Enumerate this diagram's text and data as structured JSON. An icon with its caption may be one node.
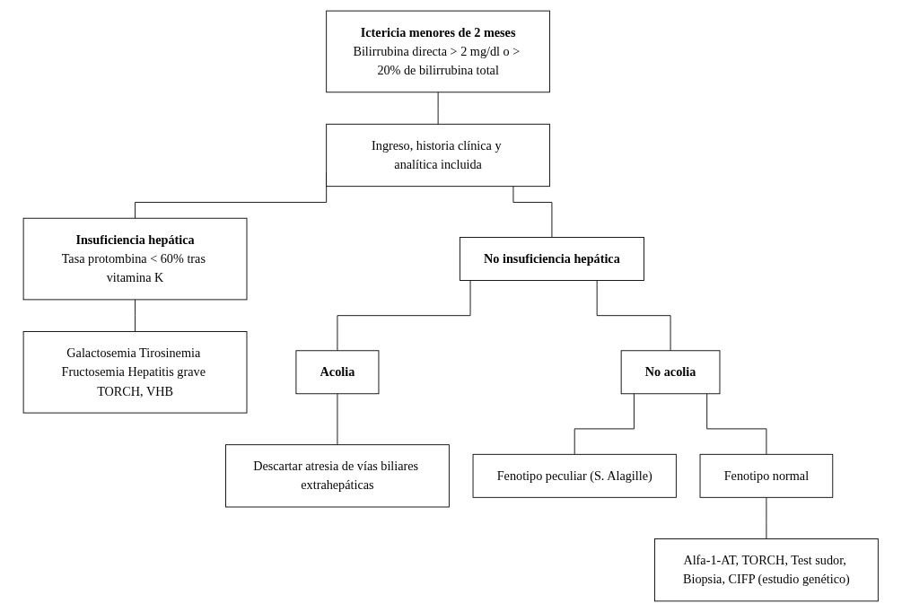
{
  "diagram": {
    "nodes": [
      {
        "text": [
          "Ictericia menores de 2 meses",
          "Bilirrubina directa > 2 mg/dl o > 20% de bilirrubina total"
        ]
      },
      {
        "text": [
          "Ingreso, historia clínica y analítica incluida"
        ]
      },
      {
        "text": [
          "Insuficiencia hepática",
          "Tasa protombina < 60% tras vitamina K"
        ]
      },
      {
        "text": [
          "No insuficiencia hepática"
        ]
      },
      {
        "text": [
          "Galactosemia Tirosinemia Fructosemia Hepatitis grave TORCH, VHB"
        ]
      },
      {
        "text": [
          "Acolia"
        ]
      },
      {
        "text": [
          "No acolia"
        ]
      },
      {
        "text": [
          "Descartar atresia de vías biliares extrahepáticas"
        ]
      },
      {
        "text": [
          "Fenotipo peculiar (S. Alagille)"
        ]
      },
      {
        "text": [
          "Fenotipo normal"
        ]
      },
      {
        "text": [
          "Alfa-1-AT, TORCH, Test sudor, Biopsia, CIFP (estudio genético)"
        ]
      }
    ],
    "edges": [
      {
        "from": 0,
        "to": 1,
        "arrow": "none"
      },
      {
        "from": 1,
        "to": 2,
        "arrow": "none"
      },
      {
        "from": 1,
        "to": 3,
        "arrow": "none"
      },
      {
        "from": 2,
        "to": 4,
        "arrow": "none"
      },
      {
        "from": 3,
        "to": 5,
        "arrow": "none"
      },
      {
        "from": 3,
        "to": 6,
        "arrow": "none"
      },
      {
        "from": 5,
        "to": 7,
        "arrow": "none"
      },
      {
        "from": 6,
        "to": 8,
        "arrow": "none"
      },
      {
        "from": 6,
        "to": 9,
        "arrow": "none"
      },
      {
        "from": 9,
        "to": 10,
        "arrow": "none"
      }
    ]
  }
}
